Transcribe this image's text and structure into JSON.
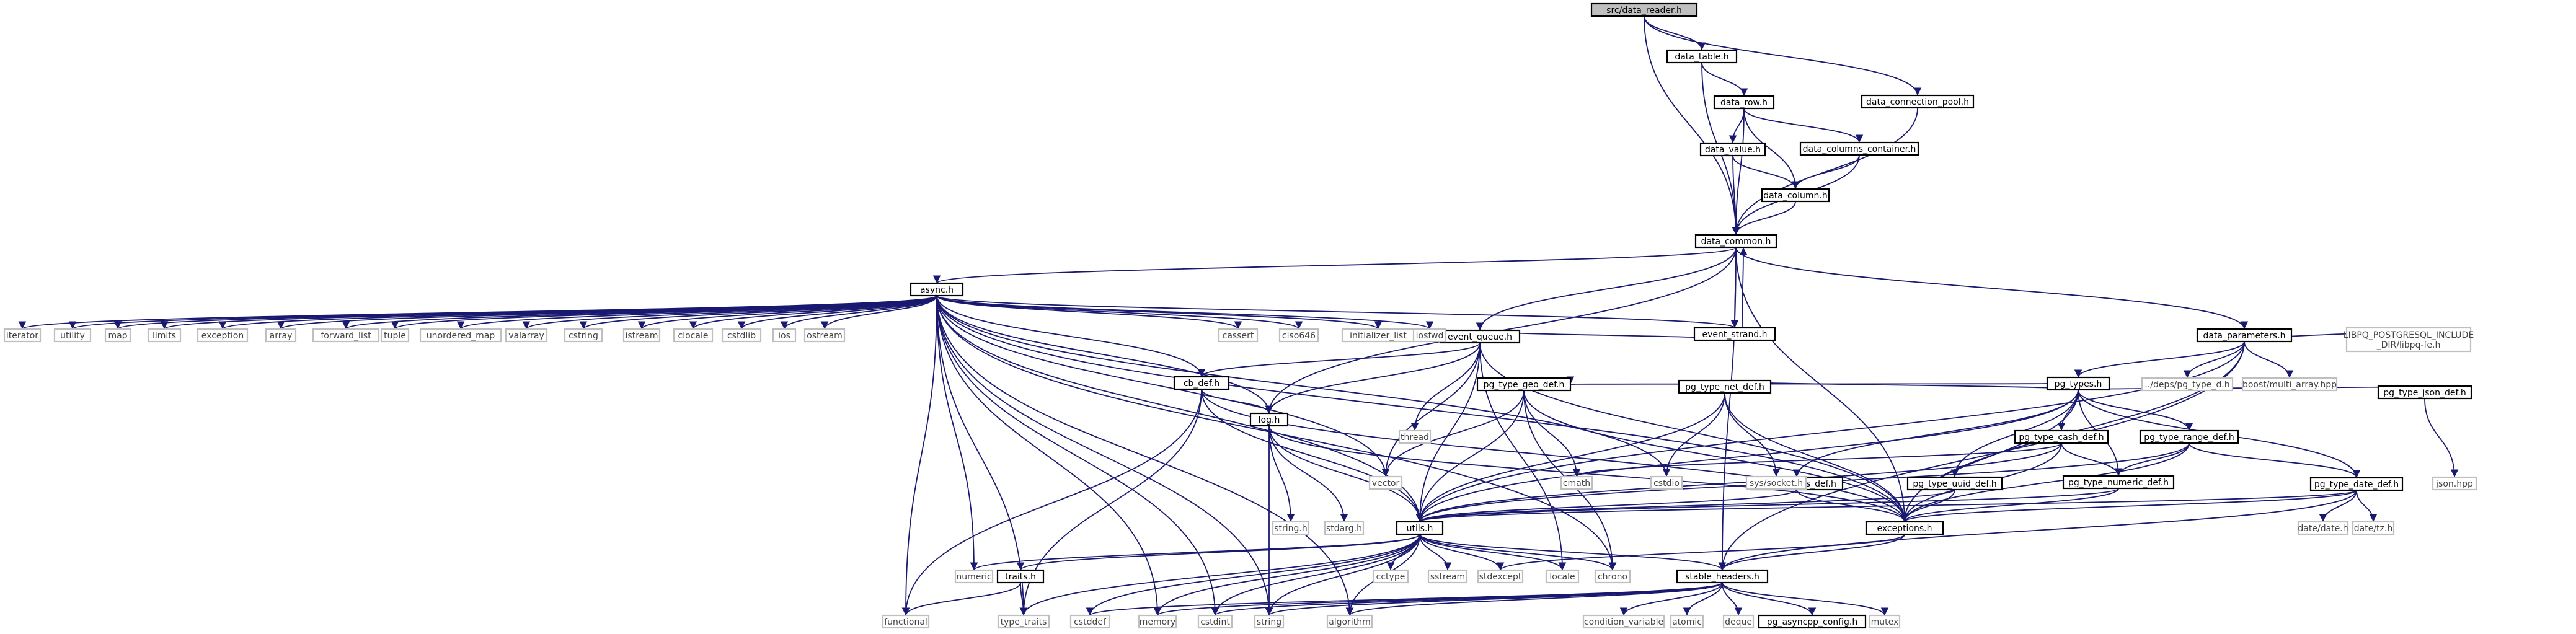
{
  "colors": {
    "edge": "#191970",
    "root_fill": "#bfbfbf",
    "box_border": "#000000",
    "external_border": "#bfbfbf"
  },
  "nodes": {
    "n_root": "src/data_reader.h",
    "n_table": "data_table.h",
    "n_pool": "data_connection_pool.h",
    "n_row": "data_row.h",
    "n_value": "data_value.h",
    "n_colcont": "data_columns_container.h",
    "n_column": "data_column.h",
    "n_common": "data_common.h",
    "n_async": "async.h",
    "n_event_strand": "event_strand.h",
    "n_params": "data_parameters.h",
    "n_event_queue": "event_queue.h",
    "n_cb_def": "cb_def.h",
    "n_log": "log.h",
    "n_utils": "utils.h",
    "n_exceptions": "exceptions.h",
    "n_stable": "stable_headers.h",
    "n_traits": "traits.h",
    "n_pg_types": "pg_types.h",
    "n_geo": "pg_type_geo_def.h",
    "n_net": "pg_type_net_def.h",
    "n_sys": "pg_type_sys_def.h",
    "n_uuid": "pg_type_uuid_def.h",
    "n_cash": "pg_type_cash_def.h",
    "n_range": "pg_type_range_def.h",
    "n_numeric": "pg_type_numeric_def.h",
    "n_date": "pg_type_date_def.h",
    "n_json": "pg_type_json_def.h",
    "n_pgcfg": "pg_asyncpp_config.h",
    "x_iterator": "iterator",
    "x_utility": "utility",
    "x_map": "map",
    "x_limits": "limits",
    "x_exception": "exception",
    "x_array": "array",
    "x_forward_list": "forward_list",
    "x_tuple": "tuple",
    "x_unordered_map": "unordered_map",
    "x_valarray": "valarray",
    "x_cstring": "cstring",
    "x_istream": "istream",
    "x_clocale": "clocale",
    "x_cstdlib": "cstdlib",
    "x_ios": "ios",
    "x_ostream": "ostream",
    "x_cassert": "cassert",
    "x_ciso646": "ciso646",
    "x_initializer_list": "initializer_list",
    "x_iosfwd": "iosfwd",
    "x_deps_pg_type_d": "../deps/pg_type_d.h",
    "x_boost_multi_array": "boost/multi_array.hpp",
    "x_libpq": "LIBPQ_POSTGRESQL_INCLUDE\n_DIR/libpq-fe.h",
    "x_thread": "thread",
    "x_vector": "vector",
    "x_cmath": "cmath",
    "x_cstdio": "cstdio",
    "x_sys_socket": "sys/socket.h",
    "x_json_hpp": "json.hpp",
    "x_string_h": "string.h",
    "x_stdarg": "stdarg.h",
    "x_date_date": "date/date.h",
    "x_date_tz": "date/tz.h",
    "x_numeric": "numeric",
    "x_cctype": "cctype",
    "x_sstream": "sstream",
    "x_stdexcept": "stdexcept",
    "x_locale": "locale",
    "x_chrono": "chrono",
    "x_functional": "functional",
    "x_type_traits": "type_traits",
    "x_cstddef": "cstddef",
    "x_memory": "memory",
    "x_cstdint": "cstdint",
    "x_string": "string",
    "x_algorithm": "algorithm",
    "x_condition_variable": "condition_variable",
    "x_atomic": "atomic",
    "x_deque": "deque",
    "x_mutex": "mutex"
  }
}
